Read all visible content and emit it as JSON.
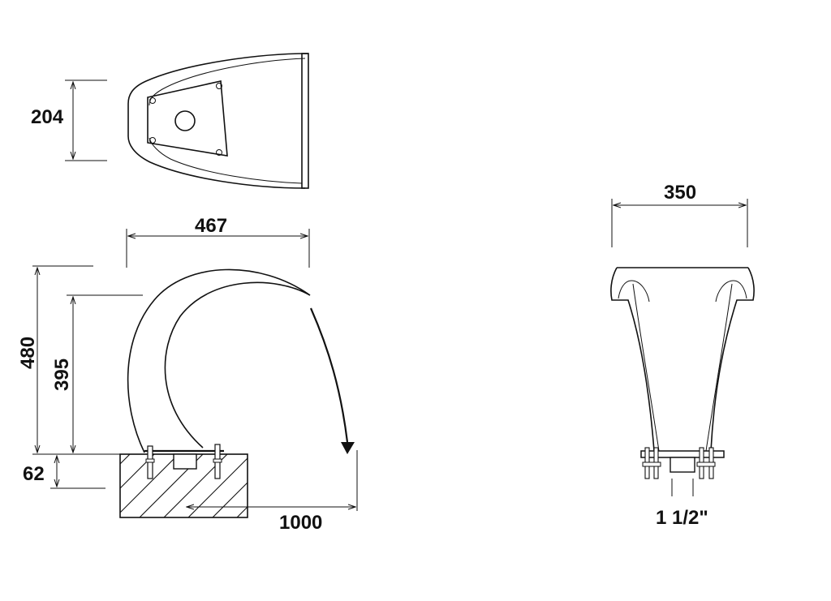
{
  "dimensions": {
    "top_height": "204",
    "side_width": "467",
    "side_height": "480",
    "spout_height": "395",
    "base_height": "62",
    "throw_distance": "1000",
    "front_width": "350",
    "pipe_size": "1 1/2\""
  }
}
